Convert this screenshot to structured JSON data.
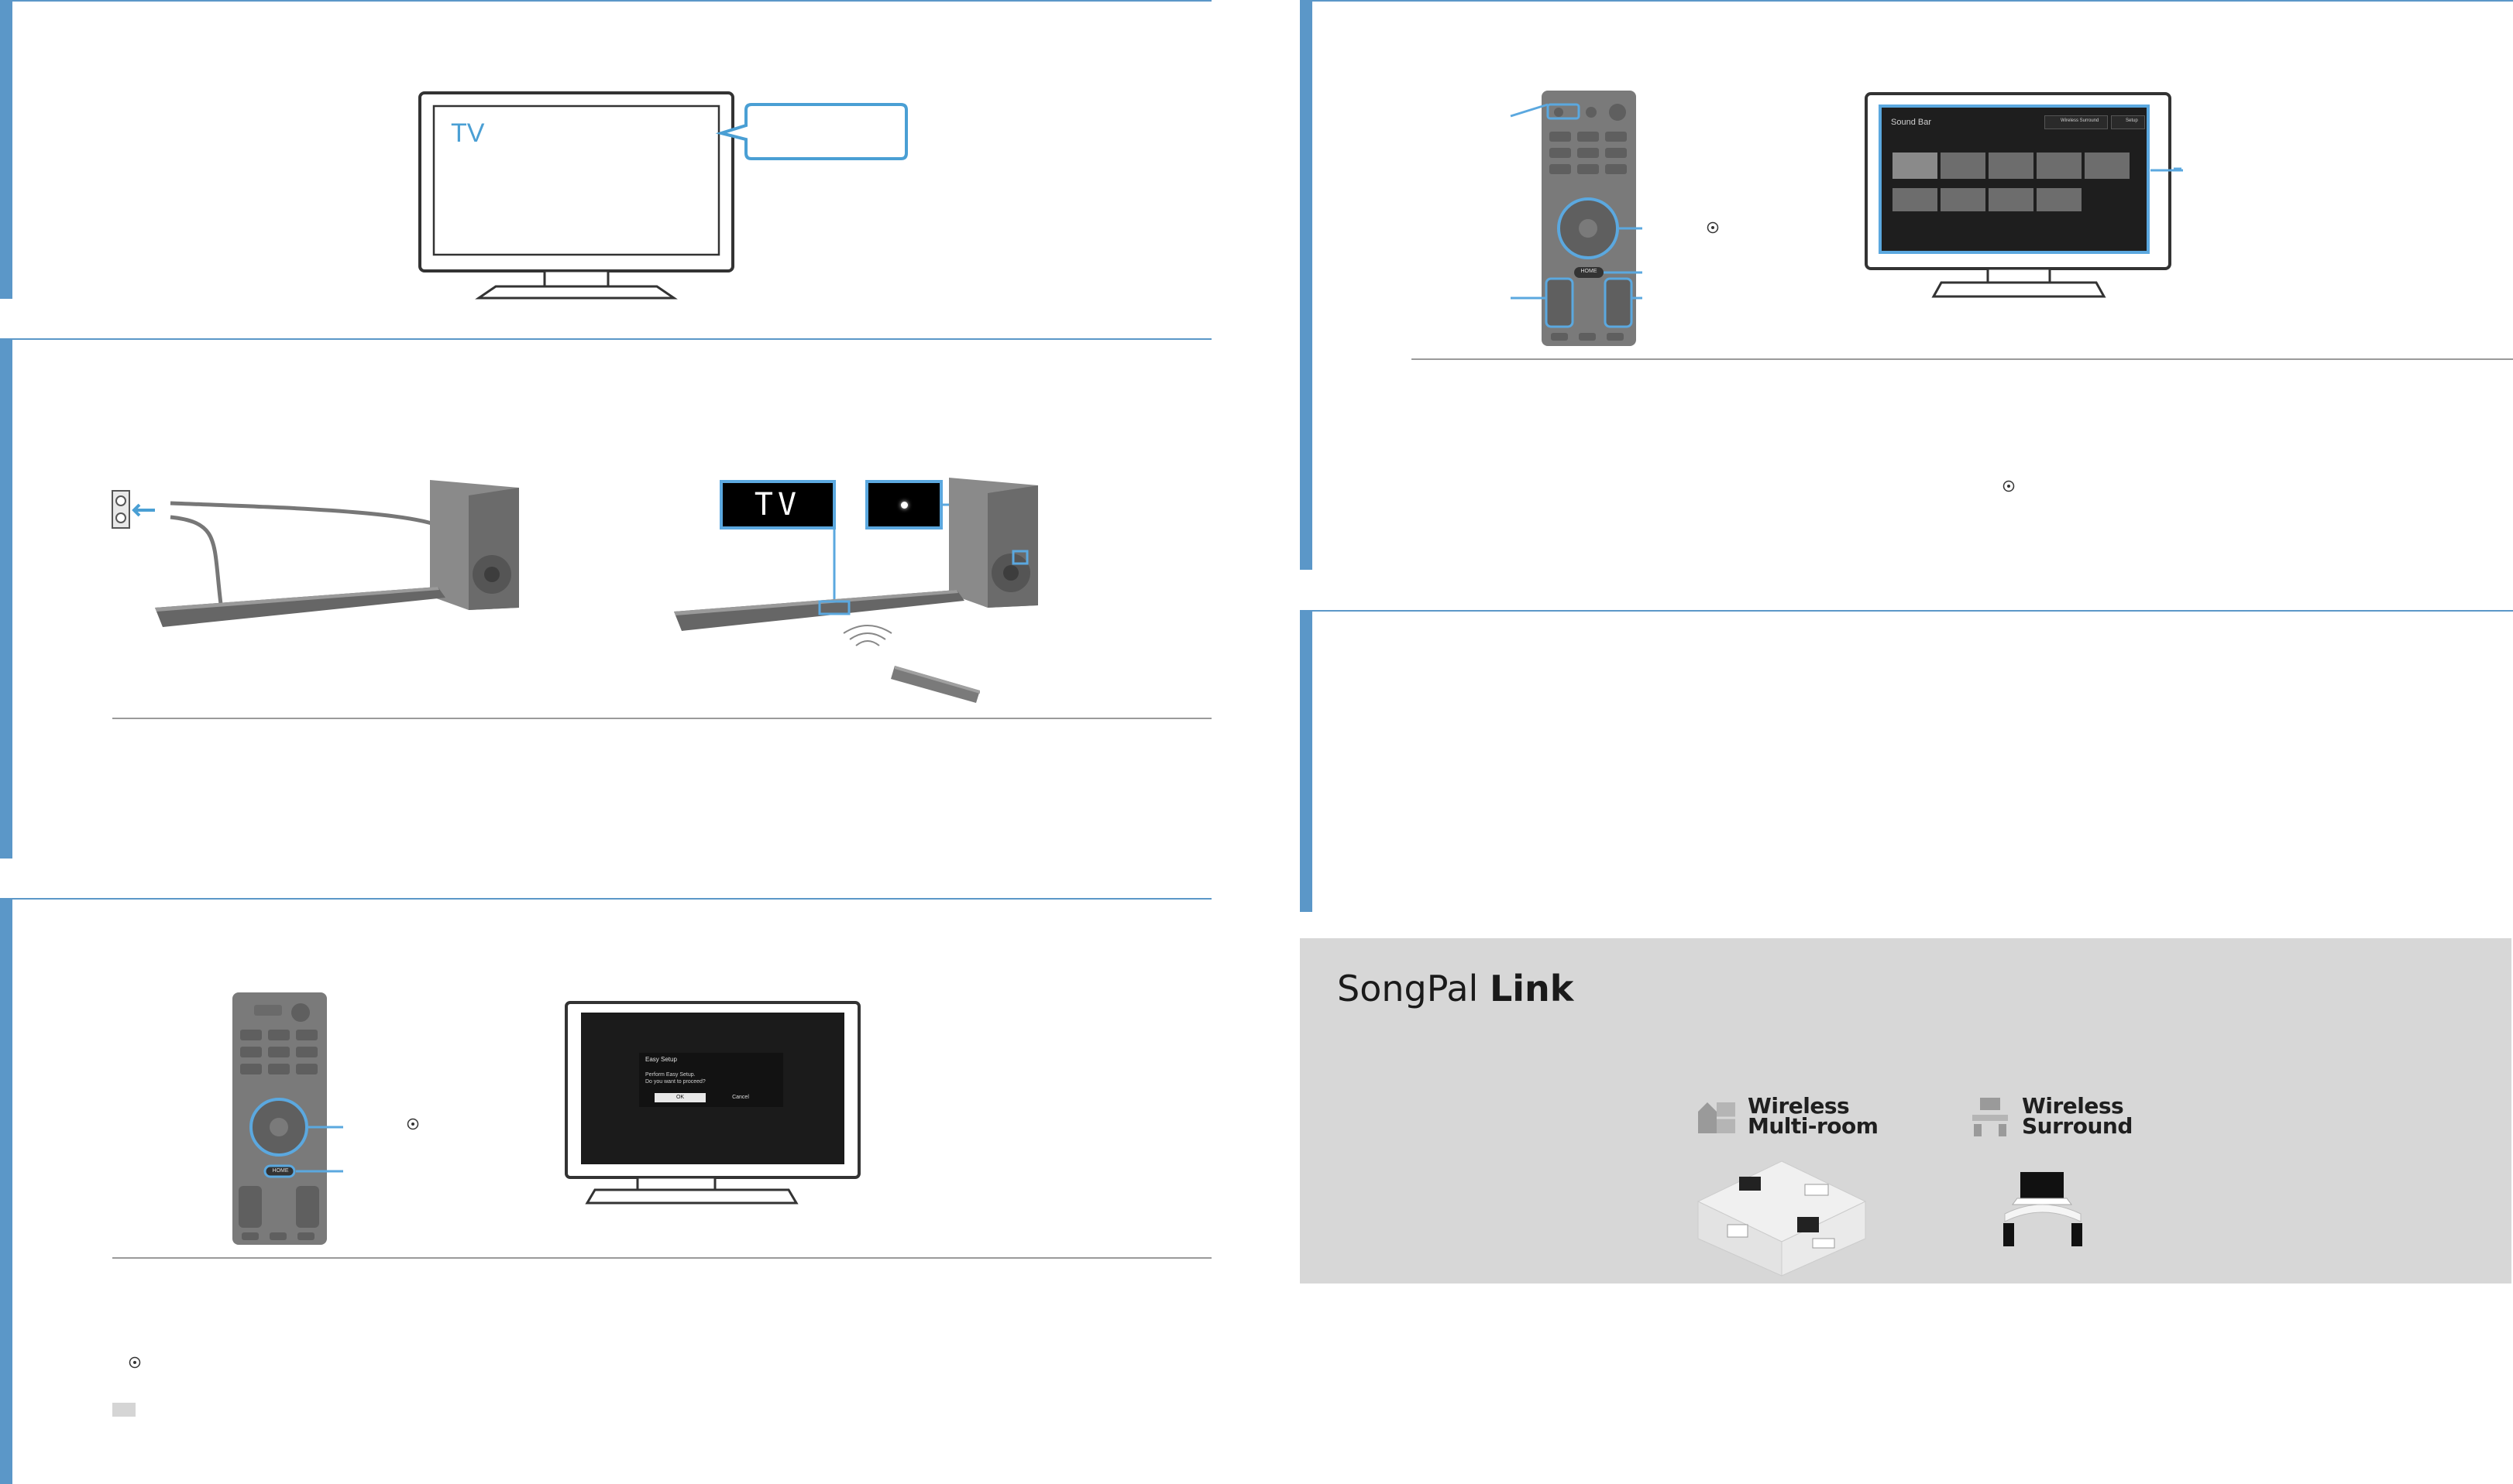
{
  "tv_label": "TV",
  "tv_display_label": "TV",
  "easy_setup_dialog": {
    "title": "Easy Setup",
    "line1": "Perform Easy Setup.",
    "line2": "Do you want to proceed?",
    "ok_label": "OK",
    "cancel_label": "Cancel"
  },
  "home_screen": {
    "title": "Sound Bar",
    "button1": "Wireless Surround",
    "button2": "Setup"
  },
  "remote": {
    "home_label": "HOME"
  },
  "songpal": {
    "brand_part1": "SongPal",
    "brand_part2": "Link",
    "feature1_line1": "Wireless",
    "feature1_line2": "Multi-room",
    "feature2_line1": "Wireless",
    "feature2_line2": "Surround"
  },
  "colors": {
    "accent": "#5b97c8",
    "panel": "#d7d7d7",
    "screen_dark": "#1b1b1b",
    "device": "#7a7a7a"
  }
}
